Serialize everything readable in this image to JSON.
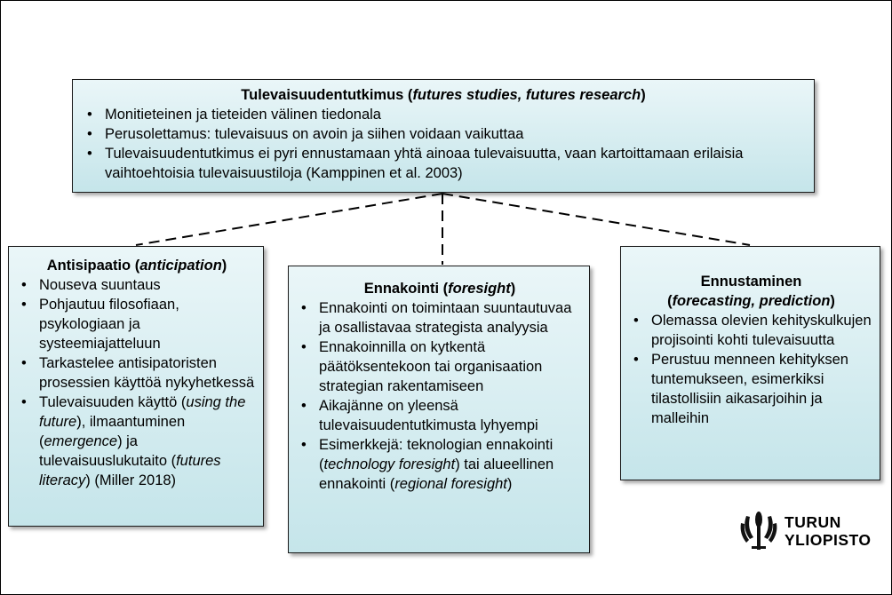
{
  "top": {
    "title_main": "Tulevaisuudentutkimus (",
    "title_italic": "futures studies, futures research",
    "title_end": ")",
    "bullets": [
      "Monitieteinen ja tieteiden välinen tiedonala",
      "Perusolettamus: tulevaisuus on avoin ja siihen voidaan vaikuttaa",
      "Tulevaisuudentutkimus ei pyri ennustamaan yhtä ainoaa tulevaisuutta, vaan kartoittamaan erilaisia vaihtoehtoisia tulevaisuustiloja (Kamppinen et al. 2003)"
    ]
  },
  "left": {
    "title_main": "Antisipaatio (",
    "title_italic": "anticipation",
    "title_end": ")",
    "bullets": [
      "Nouseva suuntaus",
      "Pohjautuu filosofiaan, psykologiaan ja systeemiajatteluun",
      "Tarkastelee antisipatoristen prosessien käyttöä nykyhetkessä"
    ],
    "b4": {
      "t1": "Tulevaisuuden käyttö (",
      "i1": "using the future",
      "t2": "), ilmaantuminen (",
      "i2": "emergence",
      "t3": ") ja tulevaisuuslukutaito (",
      "i3": "futures literacy",
      "t4": ") (Miller 2018)"
    }
  },
  "middle": {
    "title_main": "Ennakointi (",
    "title_italic": "foresight",
    "title_end": ")",
    "bullets": [
      "Ennakointi on toimintaan suuntautuvaa ja osallistavaa strategista analyysia",
      "Ennakoinnilla on kytkentä päätöksentekoon tai organisaation strategian rakentamiseen",
      "Aikajänne on yleensä tulevaisuudentutkimusta lyhyempi"
    ],
    "b4": {
      "t1": "Esimerkkejä: teknologian ennakointi (",
      "i1": "technology foresight",
      "t2": ") tai alueellinen ennakointi (",
      "i2": "regional foresight",
      "t3": ")"
    }
  },
  "right": {
    "title_line1": "Ennustaminen",
    "title_open": "(",
    "title_italic": "forecasting, prediction",
    "title_end": ")",
    "bullets": [
      "Olemassa olevien kehityskulkujen projisointi kohti tulevaisuutta",
      "Perustuu menneen kehityksen tuntemukseen, esimerkiksi tilastollisiin aikasarjoihin ja malleihin"
    ]
  },
  "logo": {
    "line1": "TURUN",
    "line2": "YLIOPISTO"
  },
  "colors": {
    "box_top": "#eaf6f8",
    "box_bottom": "#c5e5ea",
    "border": "#1a1a1a"
  }
}
